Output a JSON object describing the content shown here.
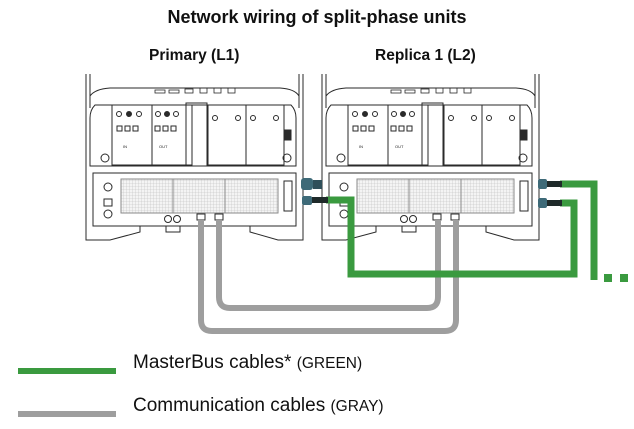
{
  "title": "Network wiring of split-phase units",
  "units": [
    {
      "id": "primary",
      "label": "Primary (L1)"
    },
    {
      "id": "replica-1",
      "label": "Replica 1 (L2)"
    }
  ],
  "unit_panel_labels": {
    "input": "IN",
    "output": "OUT"
  },
  "continuation": "...",
  "legend": [
    {
      "label": "MasterBus cables*",
      "color_name": "(GREEN)",
      "color": "#3a9a3f"
    },
    {
      "label": "Communication cables",
      "color_name": "(GRAY)",
      "color": "#9e9e9e"
    }
  ],
  "colors": {
    "masterbus": "#3a9a3f",
    "communication": "#9e9e9e",
    "connector": "#3e6a78",
    "outline": "#2a2a2a"
  }
}
